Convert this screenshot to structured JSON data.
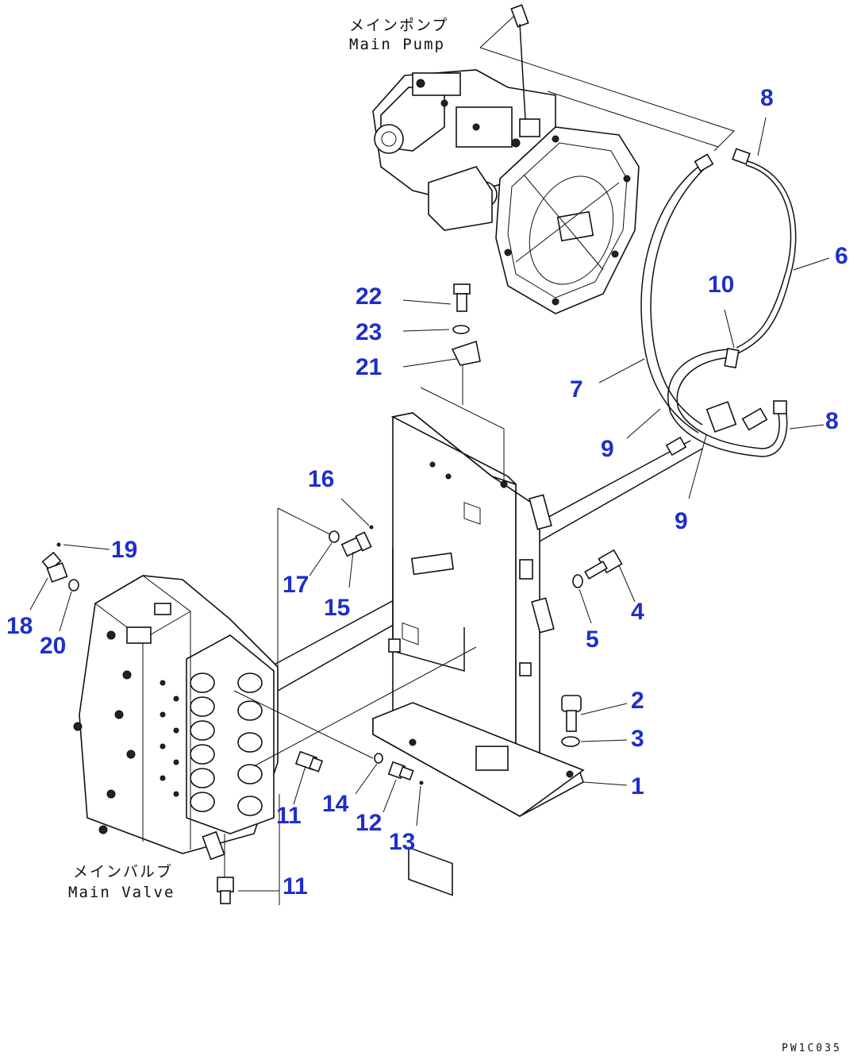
{
  "diagram": {
    "captions": {
      "main_pump_jp": "メインポンプ",
      "main_pump_en": "Main Pump",
      "main_valve_jp": "メインバルブ",
      "main_valve_en": "Main Valve"
    },
    "drawing_code": "PW1C035",
    "callouts": [
      {
        "id": "c1",
        "label": "1"
      },
      {
        "id": "c2",
        "label": "2"
      },
      {
        "id": "c3",
        "label": "3"
      },
      {
        "id": "c4",
        "label": "4"
      },
      {
        "id": "c5",
        "label": "5"
      },
      {
        "id": "c6",
        "label": "6"
      },
      {
        "id": "c7",
        "label": "7"
      },
      {
        "id": "c8a",
        "label": "8"
      },
      {
        "id": "c8b",
        "label": "8"
      },
      {
        "id": "c9a",
        "label": "9"
      },
      {
        "id": "c9b",
        "label": "9"
      },
      {
        "id": "c10",
        "label": "10"
      },
      {
        "id": "c11a",
        "label": "11"
      },
      {
        "id": "c11b",
        "label": "11"
      },
      {
        "id": "c12",
        "label": "12"
      },
      {
        "id": "c13",
        "label": "13"
      },
      {
        "id": "c14",
        "label": "14"
      },
      {
        "id": "c15",
        "label": "15"
      },
      {
        "id": "c16",
        "label": "16"
      },
      {
        "id": "c17",
        "label": "17"
      },
      {
        "id": "c18",
        "label": "18"
      },
      {
        "id": "c19",
        "label": "19"
      },
      {
        "id": "c20",
        "label": "20"
      },
      {
        "id": "c21",
        "label": "21"
      },
      {
        "id": "c22",
        "label": "22"
      },
      {
        "id": "c23",
        "label": "23"
      }
    ],
    "colors": {
      "callout": "#1f2fc8",
      "linework": "#111111",
      "background": "#ffffff"
    }
  }
}
